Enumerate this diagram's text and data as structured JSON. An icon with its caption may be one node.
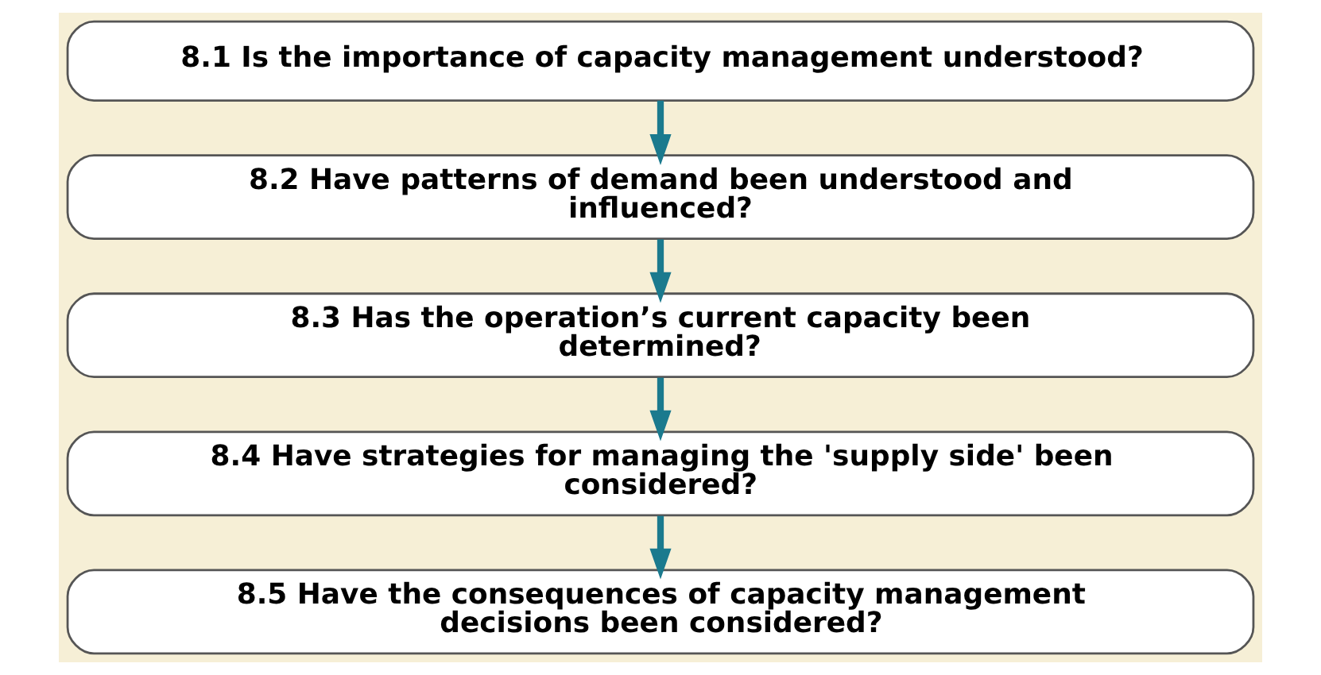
{
  "diagram": {
    "nodes": [
      {
        "text": [
          "8.1 Is the importance of capacity management understood?"
        ]
      },
      {
        "text": [
          "8.2 Have patterns of demand been understood and influenced?"
        ]
      },
      {
        "text": [
          "8.3 Has the operation’s current capacity been determined?"
        ]
      },
      {
        "text": [
          "8.4 Have strategies for managing the 'supply side' been considered?"
        ]
      },
      {
        "text": [
          "8.5 Have the consequences of capacity management decisions been considered?"
        ]
      }
    ],
    "edges": [
      {
        "from": 0,
        "to": 1,
        "arrow": "to"
      },
      {
        "from": 1,
        "to": 2,
        "arrow": "to"
      },
      {
        "from": 2,
        "to": 3,
        "arrow": "to"
      },
      {
        "from": 3,
        "to": 4,
        "arrow": "to"
      }
    ]
  }
}
